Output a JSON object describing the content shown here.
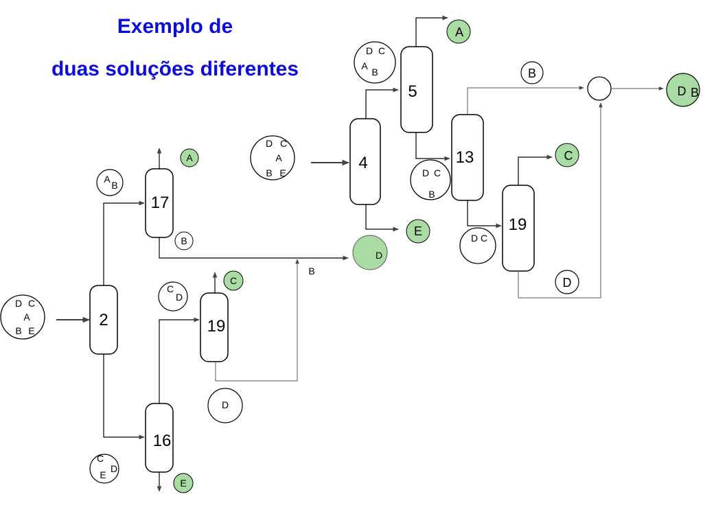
{
  "title": {
    "line1": "Exemplo  de",
    "line2": "duas soluções diferentes"
  },
  "colors": {
    "title": "#0b0bdc",
    "product_fill": "#a9dca2",
    "line": "#000000",
    "arrow": "#444444"
  },
  "columns": {
    "c2": "2",
    "c17": "17",
    "c16": "16",
    "c19_left": "19",
    "c4": "4",
    "c5": "5",
    "c13": "13",
    "c19_right": "19"
  },
  "mixtures": {
    "feed_left": [
      "D",
      "C",
      "A",
      "B",
      "E"
    ],
    "feed_right": [
      "D",
      "C",
      "A",
      "B",
      "E"
    ],
    "ab": [
      "A",
      "B"
    ],
    "cde": [
      "C",
      "E",
      "D"
    ],
    "cd_left": [
      "C",
      "D"
    ],
    "dcab": [
      "D",
      "C",
      "A",
      "B"
    ],
    "dcb": [
      "D",
      "C",
      "B"
    ],
    "dc": "D C",
    "db": [
      "D",
      "B"
    ]
  },
  "labels": {
    "a_left": "A",
    "b_left": "B",
    "c_left": "C",
    "d_left": "D",
    "e_left": "E",
    "b_stream": "B",
    "d_product": "D",
    "a_right": "A",
    "e_right": "E",
    "b_right": "B",
    "c_right": "C",
    "d_right": "D"
  }
}
